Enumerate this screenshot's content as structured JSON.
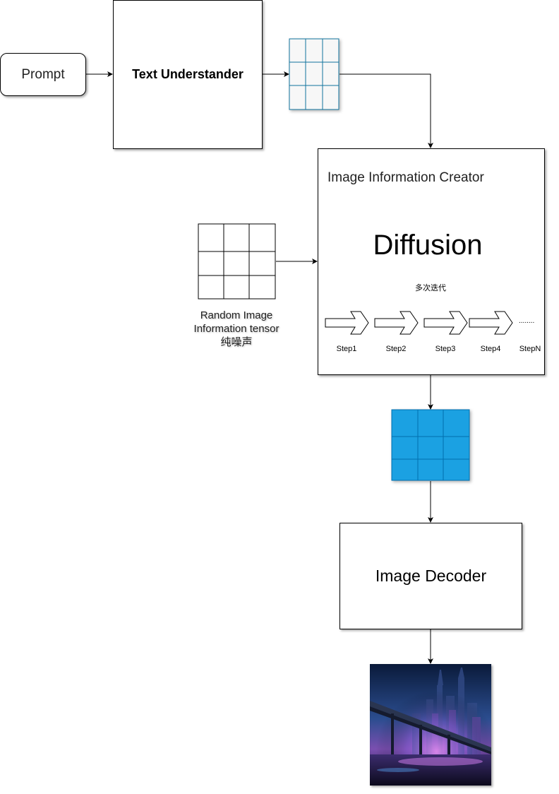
{
  "nodes": {
    "prompt": "Prompt",
    "text_understander": "Text Understander",
    "creator_title": "Image Information Creator",
    "diffusion": "Diffusion",
    "iterate": "多次迭代",
    "random_tensor": {
      "line1": "Random Image",
      "line2": "Information tensor",
      "line3": "纯噪声"
    },
    "decoder": "Image Decoder"
  },
  "steps": [
    "Step1",
    "Step2",
    "Step3",
    "Step4",
    "StepN"
  ],
  "ellipsis": "........",
  "colors": {
    "text_embedding_fill": "#f7f7f7",
    "text_embedding_stroke": "#10739e",
    "latent_fill": "#1ba1e2",
    "latent_stroke": "#006eaf",
    "noise_fill": "#ffffff",
    "line": "#000000"
  },
  "icons": {
    "output_image": "futuristic-city-image"
  }
}
